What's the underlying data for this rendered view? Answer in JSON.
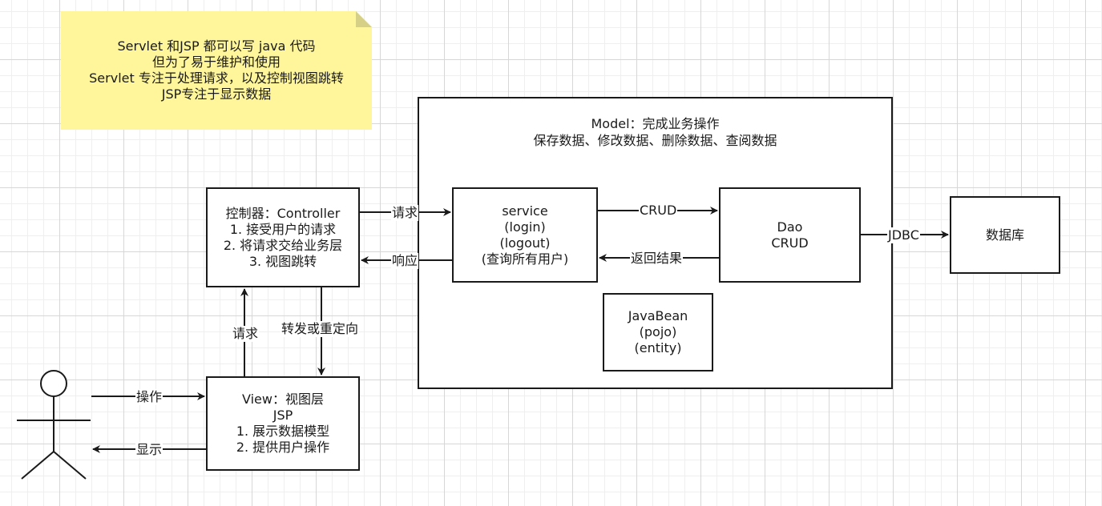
{
  "note": {
    "lines": "Servlet 和JSP 都可以写 java 代码\n但为了易于维护和使用\nServlet 专注于处理请求，以及控制视图跳转\nJSP专注于显示数据",
    "fill": "#fff59b",
    "fold_fill": "#d6cf86"
  },
  "model": {
    "title": "Model：完成业务操作\n保存数据、修改数据、删除数据、查阅数据"
  },
  "controller": {
    "text": "控制器：Controller\n1. 接受用户的请求\n2. 将请求交给业务层\n3. 视图跳转"
  },
  "service": {
    "text": "service\n(login)\n(logout)\n(查询所有用户)"
  },
  "dao": {
    "text": "Dao\nCRUD"
  },
  "database": {
    "text": "数据库"
  },
  "javabean": {
    "text": "JavaBean\n(pojo)\n(entity)"
  },
  "view": {
    "text": "View：视图层\nJSP\n1. 展示数据模型\n2. 提供用户操作"
  },
  "edges": {
    "controller_to_service": "请求",
    "service_to_controller": "响应",
    "service_to_dao": "CRUD",
    "dao_to_service": "返回结果",
    "dao_to_database": "JDBC",
    "view_to_controller": "请求",
    "controller_to_view": "转发或重定向",
    "user_to_view": "操作",
    "view_to_user": "显示"
  },
  "colors": {
    "stroke": "#1a1a1a",
    "grid_major": "#d7d7d7",
    "grid_minor": "#efefef"
  }
}
